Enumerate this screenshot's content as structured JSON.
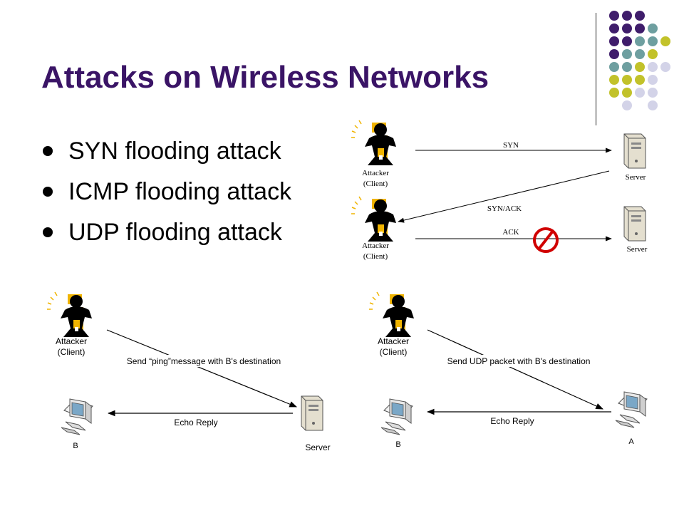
{
  "slide": {
    "title": "Attacks on Wireless Networks",
    "bullets": [
      "SYN flooding attack",
      "ICMP flooding attack",
      "UDP flooding attack"
    ]
  },
  "syn_diagram": {
    "attacker_label_1": "Attacker",
    "attacker_label_2": "(Client)",
    "server_label": "Server",
    "msg_syn": "SYN",
    "msg_synack": "SYN/ACK",
    "msg_ack": "ACK",
    "blocked_icon": "prohibited-icon"
  },
  "icmp_diagram": {
    "attacker_label_1": "Attacker",
    "attacker_label_2": "(Client)",
    "msg_ping": "Send “ping”message with B's destination",
    "msg_echo": "Echo Reply",
    "host_b": "B",
    "server_label": "Server"
  },
  "udp_diagram": {
    "attacker_label_1": "Attacker",
    "attacker_label_2": "(Client)",
    "msg_udp": "Send UDP packet with B's destination",
    "msg_echo": "Echo Reply",
    "host_b": "B",
    "host_a": "A"
  },
  "colors": {
    "title": "#3a1466",
    "dot_purple": "#3f1d6b",
    "dot_teal": "#6e9fa0",
    "dot_lime": "#c2c22a",
    "dot_lavender": "#d3d3e8",
    "attacker_yellow": "#f0b400",
    "prohibit_red": "#d00000"
  }
}
